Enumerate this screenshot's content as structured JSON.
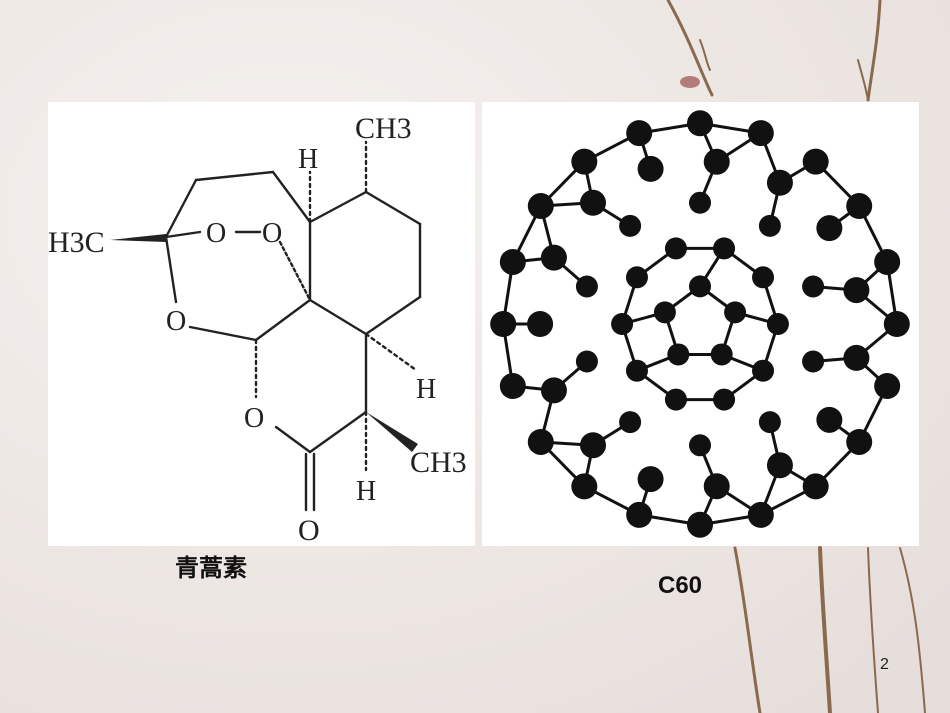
{
  "slide": {
    "page_number": "2"
  },
  "artemisinin": {
    "caption": "青蒿素",
    "labels": {
      "ch3_top": "CH3",
      "h_top": "H",
      "h3c_left": "H3C",
      "o1": "O",
      "o2": "O",
      "o_ring": "O",
      "o_lactone": "O",
      "h_right": "H",
      "ch3_right": "CH3",
      "h_bottom": "H",
      "o_carbonyl": "O"
    }
  },
  "fullerene": {
    "caption": "C60"
  },
  "colors": {
    "background": "#efe9e6",
    "panel": "#ffffff",
    "ink": "#111111"
  }
}
